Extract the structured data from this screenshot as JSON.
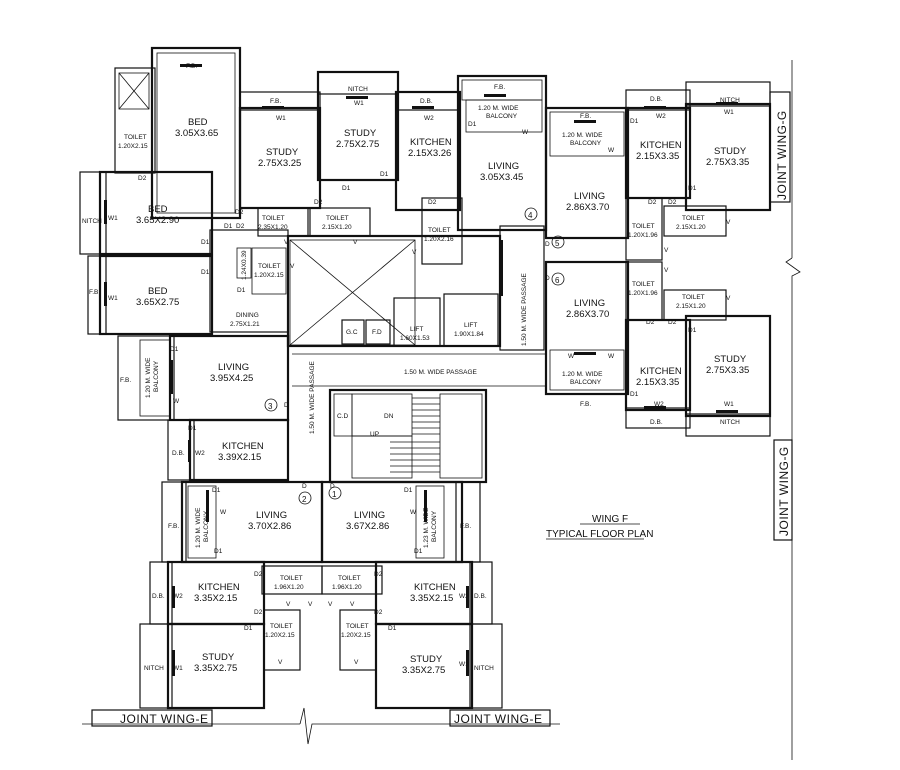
{
  "title": {
    "wing": "WING F",
    "plan": "TYPICAL FLOOR PLAN"
  },
  "joints": {
    "left": "JOINT WING-E",
    "right": "JOINT WING-E",
    "top_right": "JOINT WING-G",
    "mid_right": "JOINT WING-G"
  },
  "flat_numbers": [
    "1",
    "2",
    "3",
    "4",
    "5",
    "6"
  ],
  "labels": {
    "fb": "F.B.",
    "db": "D.B.",
    "nitch": "NITCH",
    "w": "W",
    "w1": "W1",
    "w2": "W2",
    "d": "D",
    "d1": "D1",
    "d2": "D2",
    "v": "V",
    "dn": "DN",
    "up": "UP",
    "gc": "G.C",
    "fd": "F.D",
    "cd": "C.D",
    "toilet": "TOILET",
    "kitchen": "KITCHEN",
    "study": "STUDY",
    "living": "LIVING",
    "bed": "BED",
    "dining": "DINING",
    "lift": "LIFT"
  },
  "rooms": {
    "bed1_dim": "3.05X3.65",
    "bed2_dim": "3.65X2.90",
    "bed3_dim": "3.65X2.75",
    "toilet_tl_dim": "1.20X2.15",
    "toilet_a_dim": "2.35X1.20",
    "toilet_b_dim": "2.15X1.20",
    "toilet_c_dim": "1.20X2.16",
    "toilet_d_dim": "1.20X2.15",
    "small_dim": "1.24X0.39",
    "dining_dim": "2.75X1.21",
    "study_t1_dim": "2.75X3.25",
    "study_t2_dim": "2.75X2.75",
    "kitchen_t_dim": "2.15X3.26",
    "living4_dim": "3.05X3.45",
    "living3_dim": "3.95X4.25",
    "kitchen3_dim": "3.39X2.15",
    "lift1_dim": "1.60X1.53",
    "lift2_dim": "1.90X1.84",
    "kitchen_r1_dim": "2.15X3.35",
    "study_r1_dim": "2.75X3.35",
    "living5_dim": "2.86X3.70",
    "toilet_r1a_dim": "1.20X1.96",
    "toilet_r1b_dim": "2.15X1.20",
    "living6_dim": "2.86X3.70",
    "toilet_r2a_dim": "1.20X1.96",
    "toilet_r2b_dim": "2.15X1.20",
    "kitchen_r2_dim": "2.15X3.35",
    "study_r2_dim": "2.75X3.35",
    "living2_dim": "3.70X2.86",
    "living1_dim": "3.67X2.86",
    "kitchen_b1_dim": "3.35X2.15",
    "kitchen_b2_dim": "3.35X2.15",
    "toilet_b1_dim": "1.96X1.20",
    "toilet_b2_dim": "1.96X1.20",
    "toilet_b3_dim": "1.20X2.15",
    "toilet_b4_dim": "1.20X2.15",
    "study_b1_dim": "3.35X2.75",
    "study_b2_dim": "3.35X2.75"
  },
  "balconies": {
    "b120": "1.20 M. WIDE",
    "b123": "1.23 M. WIDE",
    "balcony": "BALCONY"
  },
  "passages": {
    "p150": "1.50 M. WIDE PASSAGE"
  }
}
